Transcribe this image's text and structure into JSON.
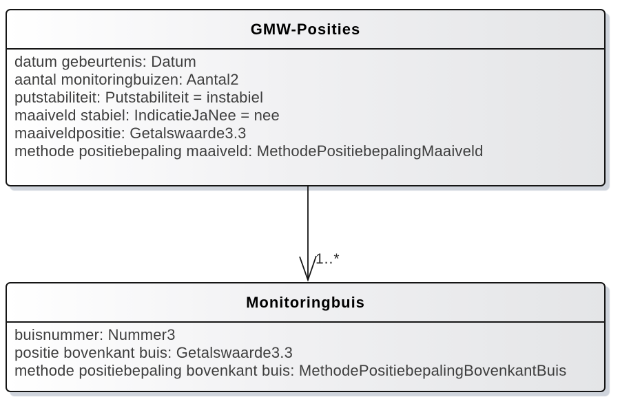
{
  "diagram": {
    "type": "uml-class-diagram",
    "classes": [
      {
        "name": "GMW-Posities",
        "attributes": [
          "datum gebeurtenis: Datum",
          "aantal monitoringbuizen: Aantal2",
          "putstabiliteit: Putstabiliteit = instabiel",
          "maaiveld stabiel: IndicatieJaNee = nee",
          "maaiveldpositie: Getalswaarde3.3",
          "methode positiebepaling maaiveld: MethodePositiebepalingMaaiveld"
        ]
      },
      {
        "name": "Monitoringbuis",
        "attributes": [
          "buisnummer: Nummer3",
          "positie bovenkant buis: Getalswaarde3.3",
          "methode positiebepaling bovenkant buis: MethodePositiebepalingBovenkantBuis"
        ]
      }
    ],
    "association": {
      "from": "GMW-Posities",
      "to": "Monitoringbuis",
      "target_multiplicity": "1..*"
    },
    "colors": {
      "background": "#ffffff",
      "box_border": "#151515",
      "box_fill_left": "#ffffff",
      "box_fill_right": "#e4e5e7",
      "box_shadow": "#a8b0c0",
      "title_text": "#000000",
      "attribute_text": "#3e3e3e"
    }
  }
}
